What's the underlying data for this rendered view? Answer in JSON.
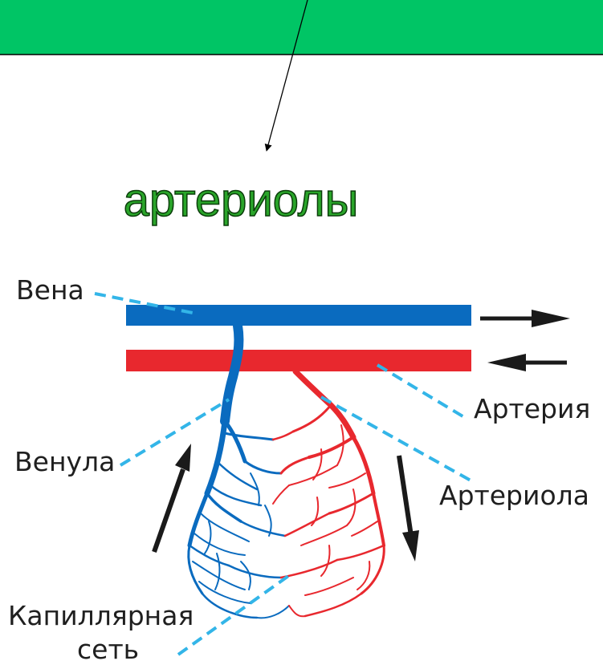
{
  "title": "артериолы",
  "labels": {
    "vein": "Вена",
    "artery": "Артерия",
    "venule": "Венула",
    "arteriole": "Артериола",
    "capillary_line1": "Капиллярная",
    "capillary_line2": "сеть"
  },
  "colors": {
    "banner": "#00c565",
    "vein": "#0a6bbf",
    "artery": "#e8282e",
    "pointer": "#33b5e8",
    "flow_arrow": "#1a1a1a",
    "title_fill": "#2aa52a"
  }
}
